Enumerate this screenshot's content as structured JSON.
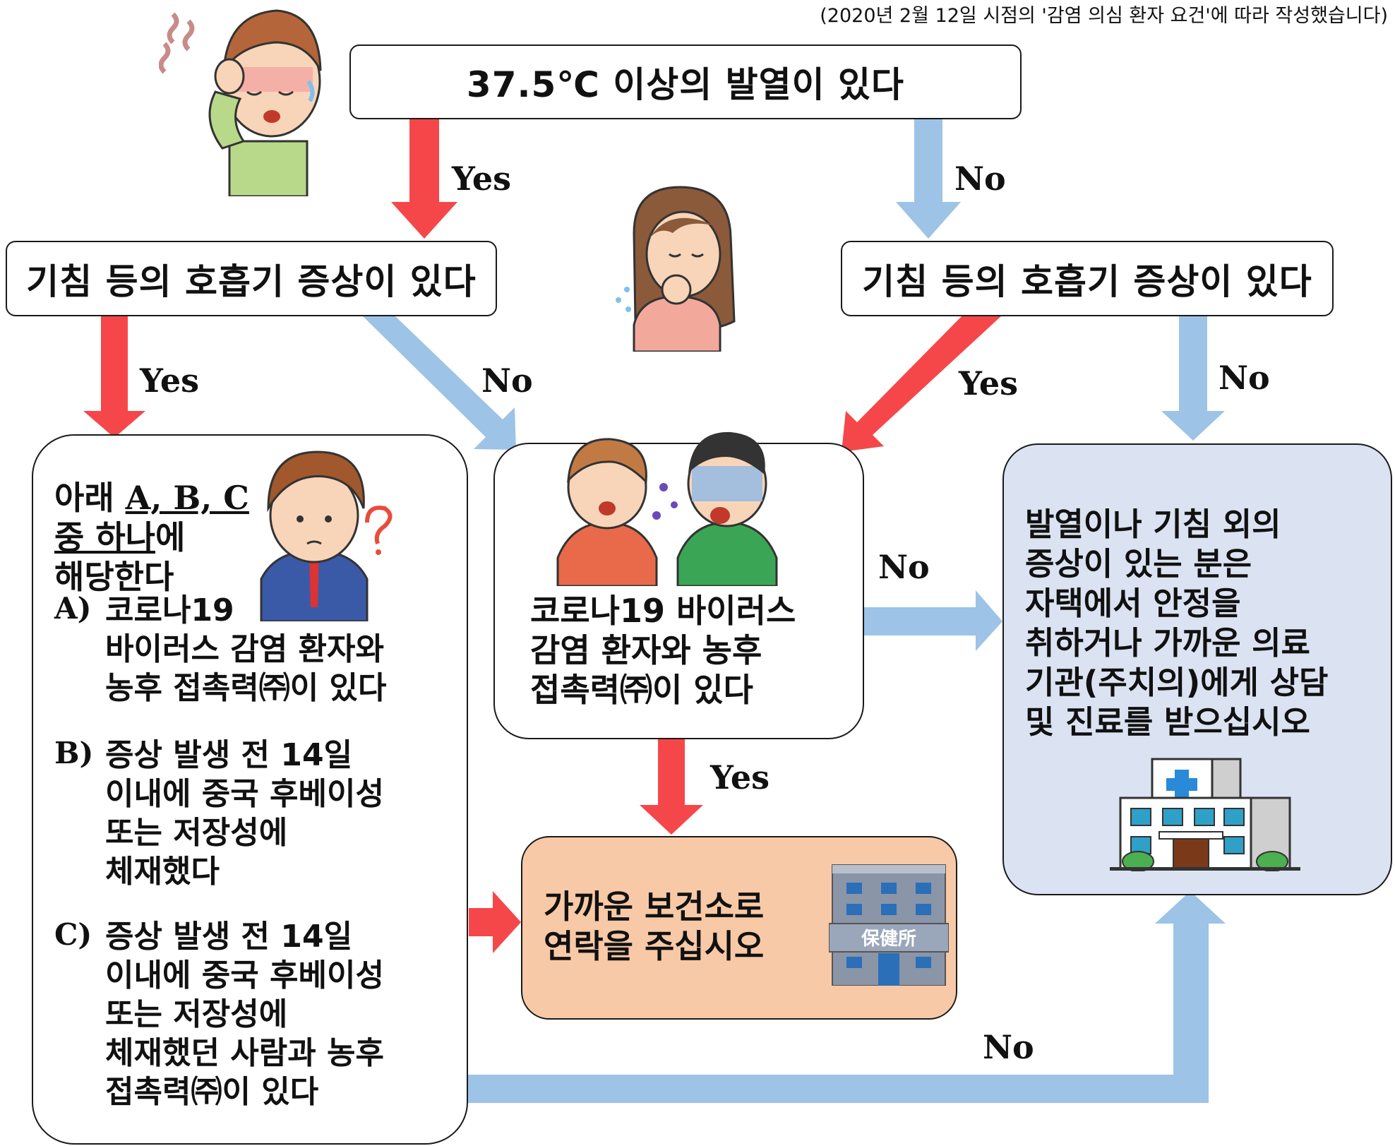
{
  "note": "(2020년 2월 12일 시점의 '감염 의심 환자 요건'에 따라 작성했습니다)",
  "q_fever": "37.5℃ 이상의 발열이 있다",
  "q_cough_left": "기침 등의 호흡기 증상이 있다",
  "q_cough_right": "기침 등의 호흡기 증상이 있다",
  "abc_box": {
    "intro_1": "아래 ",
    "intro_keys": "A, B, C",
    "intro_2": "중 하나",
    "intro_3": "에",
    "intro_4": "해당한다",
    "items": [
      {
        "key": "A)",
        "text": "코로나19\n바이러스 감염 환자와\n농후 접촉력㈜이 있다"
      },
      {
        "key": "B)",
        "text": "증상 발생 전 14일\n이내에 중국 후베이성\n또는 저장성에\n체재했다"
      },
      {
        "key": "C)",
        "text": "증상 발생 전 14일\n이내에 중국 후베이성\n또는 저장성에\n체재했던 사람과 농후\n접촉력㈜이 있다"
      }
    ]
  },
  "contact_box": "코로나19 바이러스\n감염 환자와 농후\n접촉력㈜이 있다",
  "health_center_box": "가까운 보건소로\n연락을 주십시오",
  "health_center_sign": "保健所",
  "home_box": "발열이나 기침 외의\n증상이 있는 분은\n자택에서 안정을\n취하거나 가까운 의료\n기관(주치의)에게 상담\n및 진료를 받으십시오",
  "labels": {
    "yes": "Yes",
    "no": "No"
  },
  "colors": {
    "yes_arrow": "#f5474a",
    "no_arrow": "#9dc3e6",
    "orange_box": "#f8c9a6",
    "blue_box": "#dbe3f2"
  }
}
